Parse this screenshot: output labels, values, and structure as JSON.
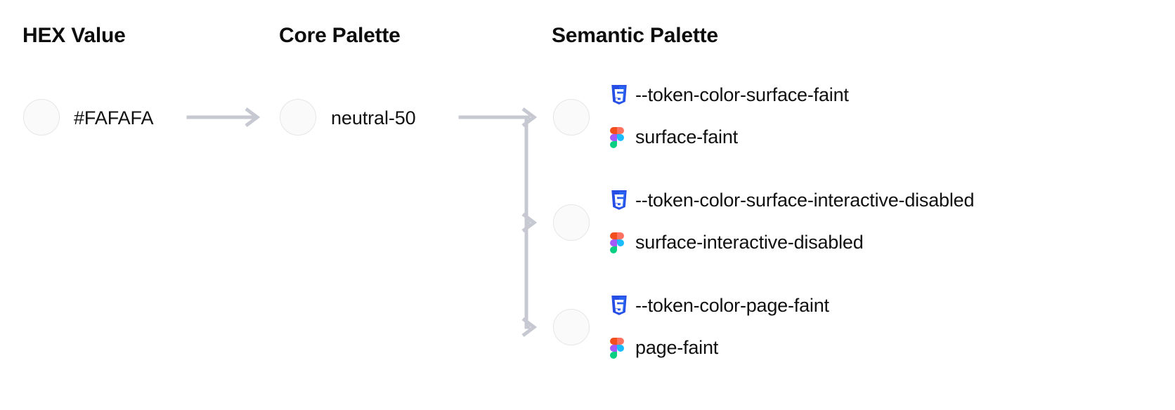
{
  "columns": {
    "hex": {
      "title": "HEX Value"
    },
    "core": {
      "title": "Core Palette"
    },
    "semantic": {
      "title": "Semantic Palette"
    }
  },
  "hex_value": {
    "label": "#FAFAFA",
    "swatch_color": "#FAFAFA"
  },
  "core_value": {
    "label": "neutral-50",
    "swatch_color": "#FAFAFA"
  },
  "semantic_tokens": [
    {
      "swatch_color": "#FAFAFA",
      "css_token": "--token-color-surface-faint",
      "figma_token": "surface-faint"
    },
    {
      "swatch_color": "#FAFAFA",
      "css_token": "--token-color-surface-interactive-disabled",
      "figma_token": "surface-interactive-disabled"
    },
    {
      "swatch_color": "#FAFAFA",
      "css_token": "--token-color-page-faint",
      "figma_token": "page-faint"
    }
  ],
  "icons": {
    "css3": "css3-icon",
    "figma": "figma-icon",
    "arrow": "arrow-right-icon"
  },
  "colors": {
    "connector": "#C6C9D1",
    "swatch_border": "#E6E6EA",
    "swatch_fill": "#FAFAFA",
    "text": "#111111",
    "css3_shield": "#264DE4",
    "css3_shield_light": "#2965F1",
    "figma_orange": "#F24E1E",
    "figma_salmon": "#FF7262",
    "figma_purple": "#A259FF",
    "figma_blue": "#1ABCFE",
    "figma_green": "#0ACF83"
  }
}
